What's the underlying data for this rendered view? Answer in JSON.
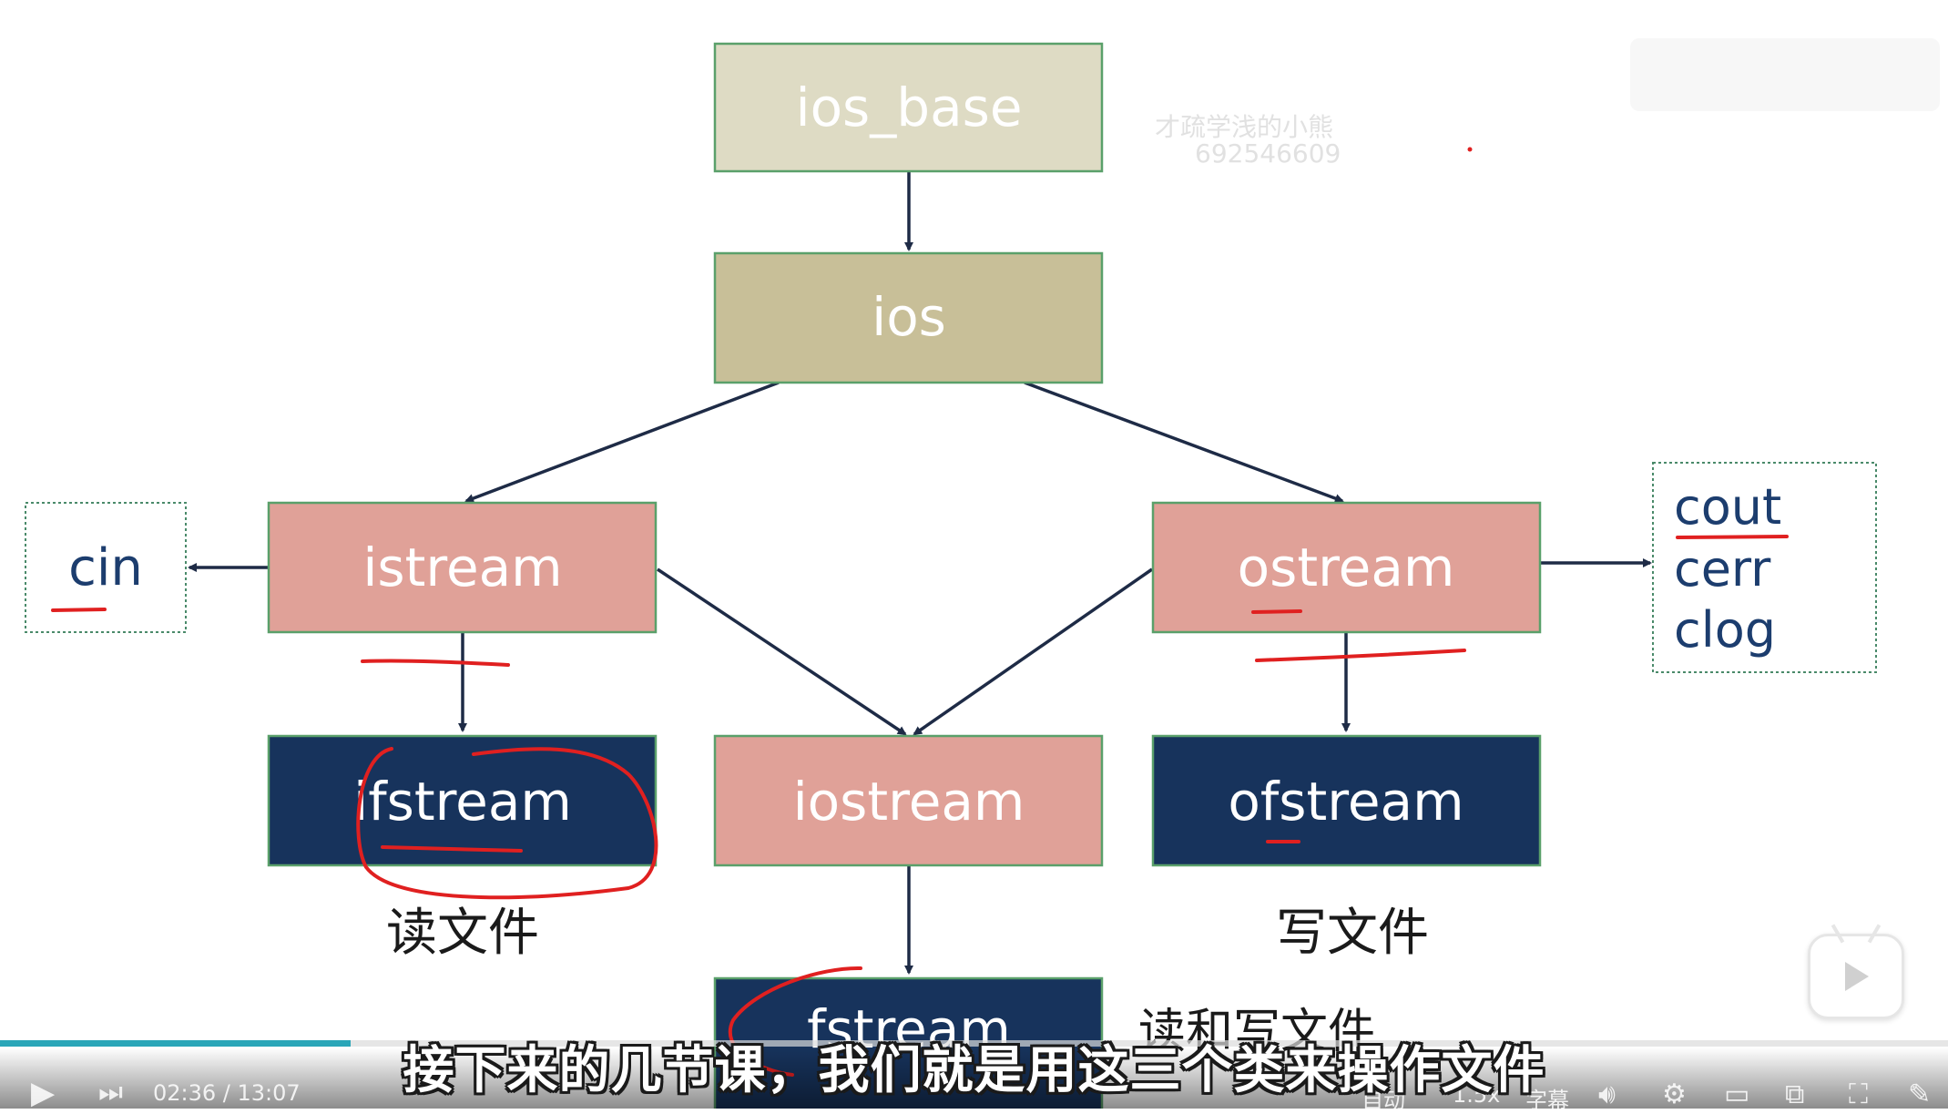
{
  "diagram": {
    "nodes": {
      "ios_base": "ios_base",
      "ios": "ios",
      "istream": "istream",
      "ostream": "ostream",
      "iostream": "iostream",
      "ifstream": "ifstream",
      "ofstream": "ofstream",
      "fstream": "fstream",
      "cin": "cin",
      "cout": "cout",
      "cerr": "cerr",
      "clog": "clog"
    },
    "labels": {
      "read_file": "读文件",
      "write_file": "写文件",
      "read_write": "读和写文件"
    },
    "colors": {
      "ios_base": "#dedbc4",
      "ios": "#c8bf98",
      "stream": "#e0a198",
      "file": "#17335c",
      "border": "#5aa06a",
      "arrow": "#1e2b46",
      "text_blue": "#1c3d6e",
      "annotation": "#e02020"
    }
  },
  "watermark": {
    "author": "才疏学浅的小熊",
    "uid": "692546609"
  },
  "subtitle": "接下来的几节课，我们就是用这三个类来操作文件",
  "player": {
    "time": "02:36 / 13:07",
    "progress_percent": 18,
    "auto_label": "自动",
    "speed_label": "1.5x",
    "subtitle_label": "字幕",
    "accent": "#2aa6b8"
  }
}
